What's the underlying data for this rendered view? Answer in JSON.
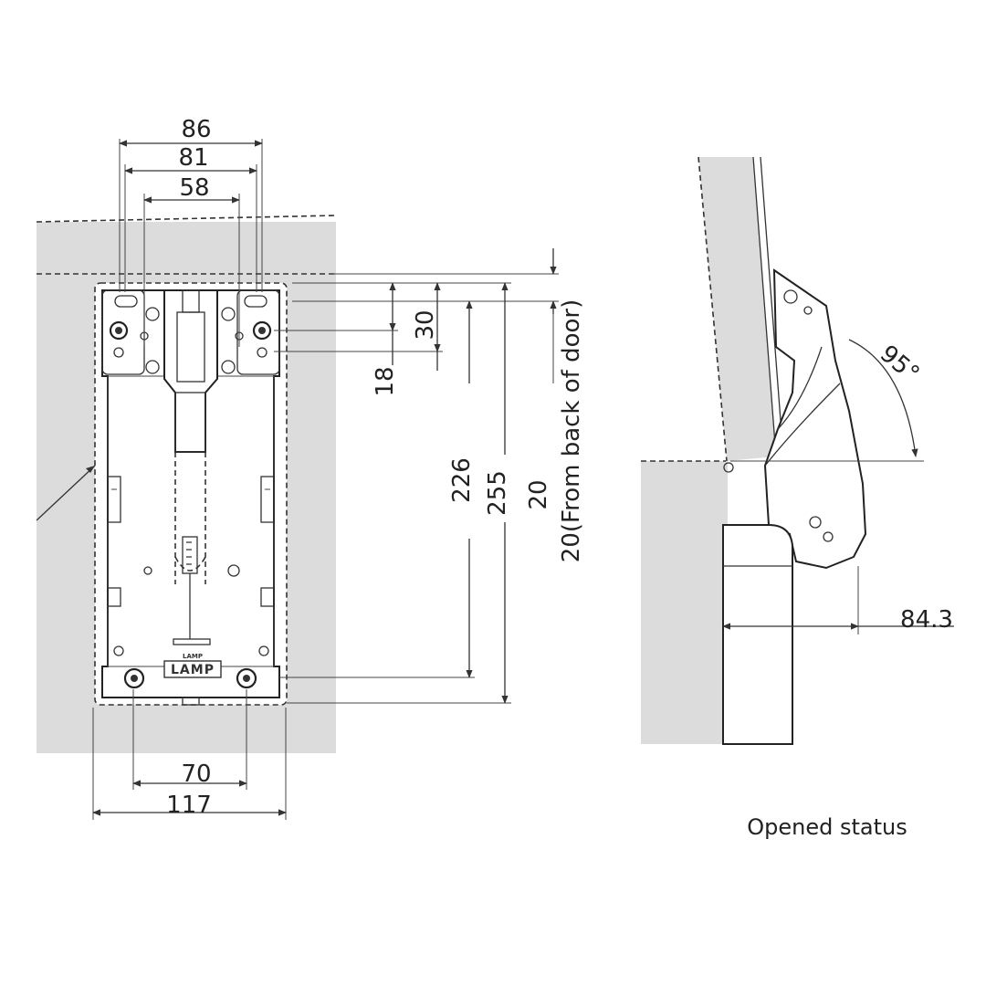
{
  "front_view": {
    "dimensions": {
      "width_86": "86",
      "width_81": "81",
      "width_58": "58",
      "height_30": "30",
      "height_18": "18",
      "height_226": "226",
      "height_255": "255",
      "height_20": "20",
      "height_20_note": "20(From back of door)",
      "width_70": "70",
      "width_117": "117"
    },
    "brand_label": "LAMP"
  },
  "side_view": {
    "angle_label": "95°",
    "dimension_84_3": "84.3",
    "caption": "Opened status"
  },
  "colors": {
    "wall_fill": "#dcdcdc",
    "line": "#222222"
  }
}
